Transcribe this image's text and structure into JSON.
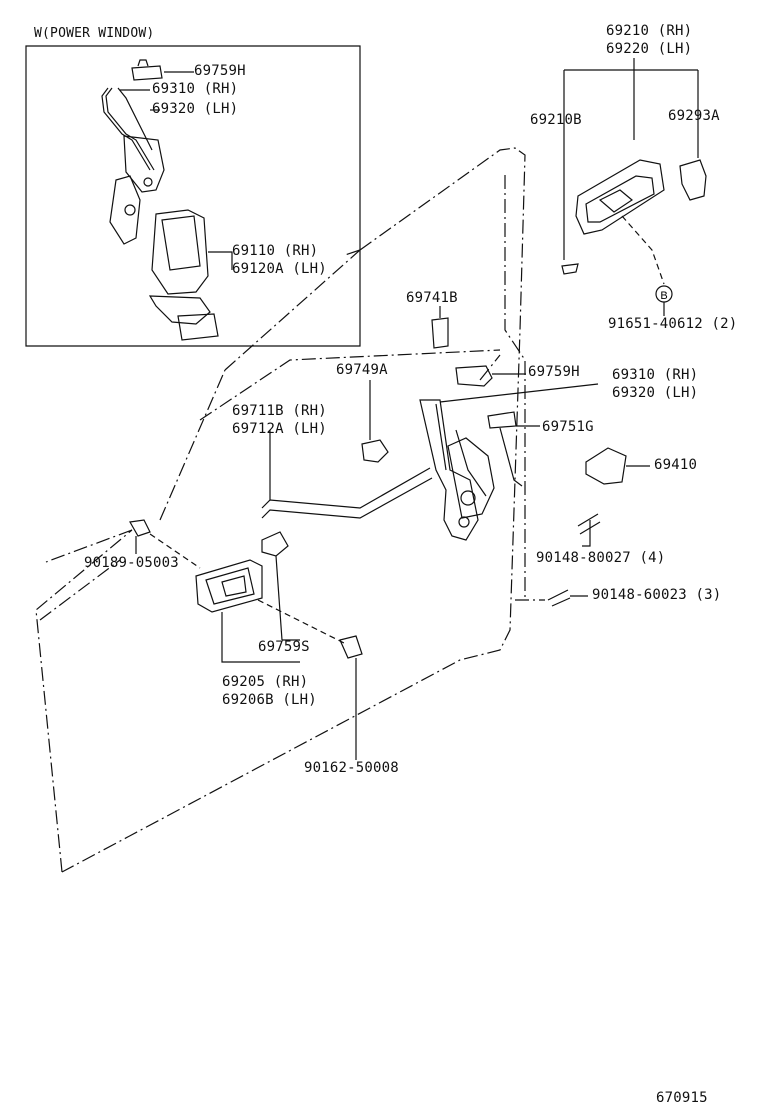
{
  "inset": {
    "header": "W(POWER WINDOW)",
    "labels": [
      "69759H",
      "69310 (RH)",
      "69320 (LH)",
      "69110  (RH)",
      "69120A (LH)"
    ]
  },
  "handle": {
    "labels": [
      "69210 (RH)",
      "69220 (LH)",
      "69210B",
      "69293A",
      "91651-40612 (2)"
    ],
    "bolt_marker": "B"
  },
  "main": {
    "labels": [
      "69741B",
      "69749A",
      "69759H",
      "69310 (RH)",
      "69320 (LH)",
      "69711B (RH)",
      "69712A (LH)",
      "69751G",
      "69410",
      "90148-80027 (4)",
      "90148-60023 (3)",
      "90189-05003",
      "69759S",
      "69205  (RH)",
      "69206B (LH)",
      "90162-50008"
    ]
  },
  "footer": {
    "code": "670915"
  }
}
